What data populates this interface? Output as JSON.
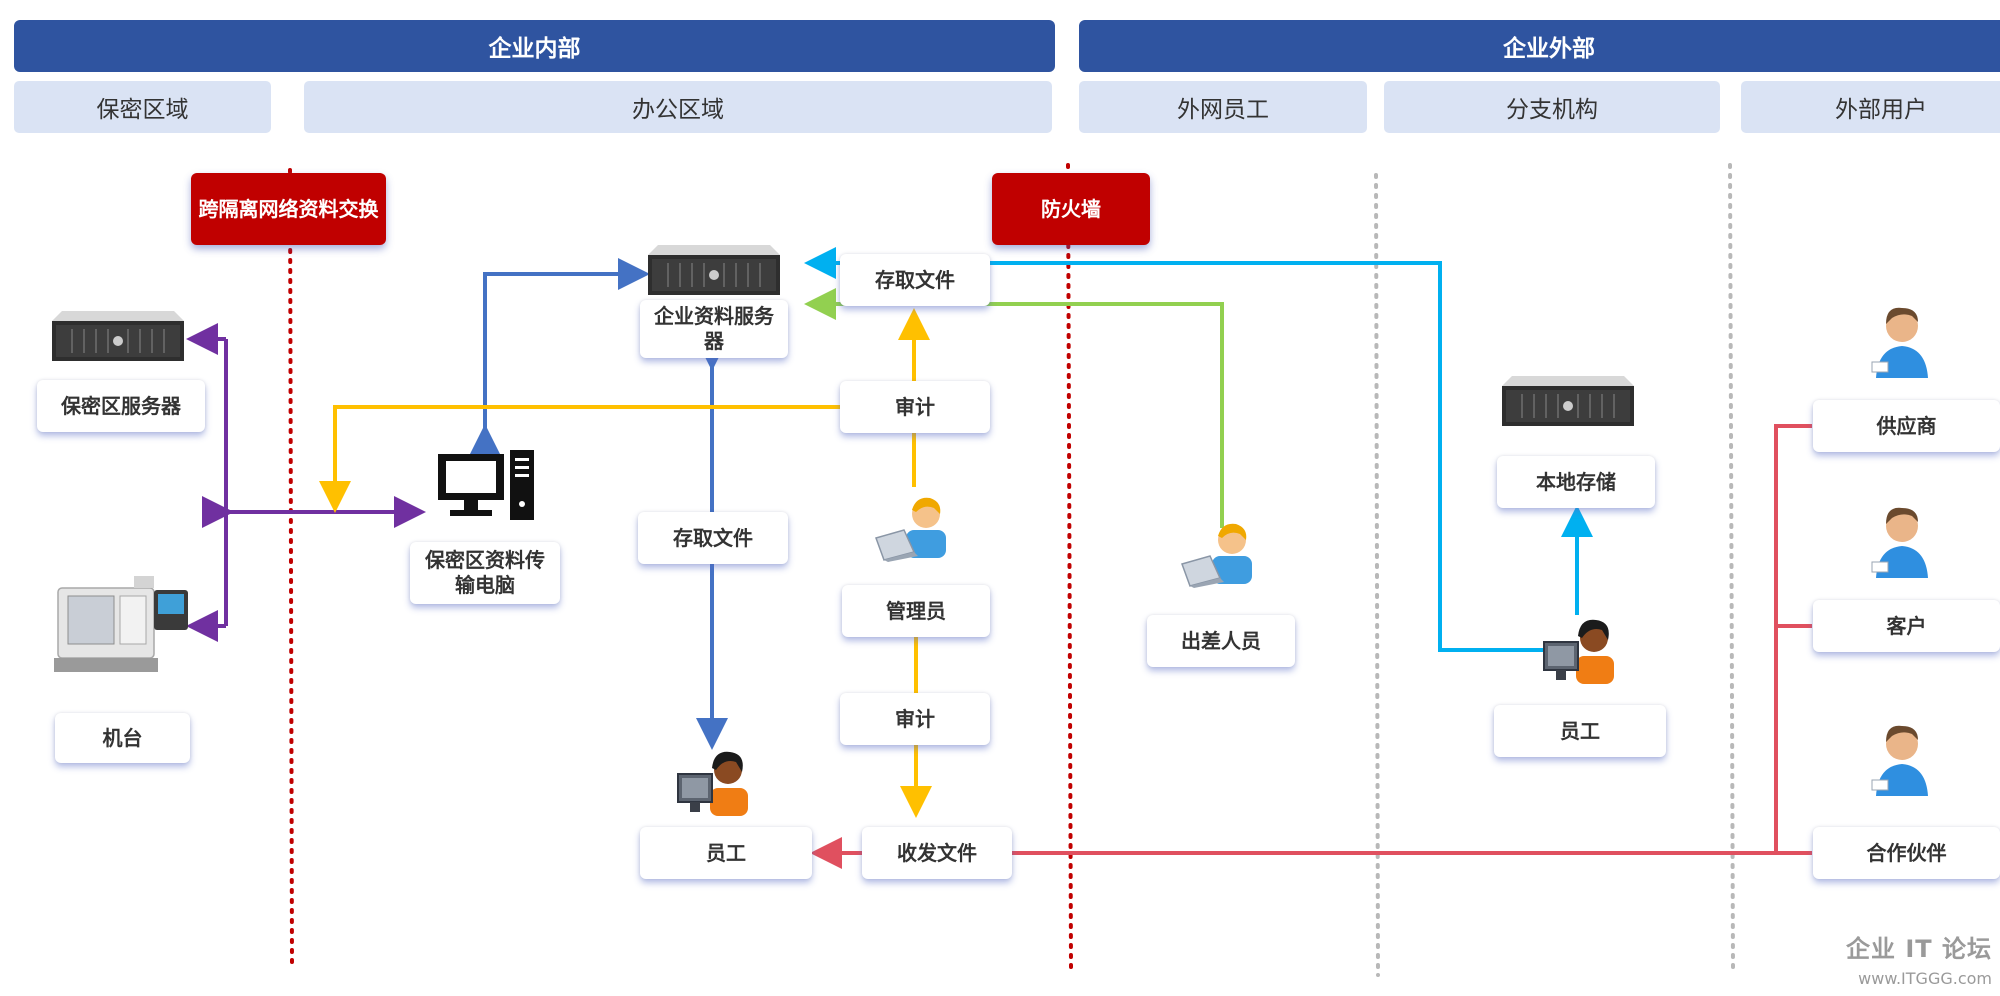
{
  "headers": {
    "internal": "企业内部",
    "external": "企业外部"
  },
  "zones": {
    "secure_zone": "保密区域",
    "office_zone": "办公区域",
    "remote_staff": "外网员工",
    "branch": "分支机构",
    "external_users": "外部用户"
  },
  "markers": {
    "cross_isolation": "跨隔离网络资料交换",
    "firewall": "防火墙"
  },
  "nodes": {
    "secure_server": "保密区服务器",
    "machine": "机台",
    "transfer_pc": "保密区资料传输电脑",
    "enterprise_server": "企业资料服务器",
    "access_files_top": "存取文件",
    "audit_top": "审计",
    "access_files_mid": "存取文件",
    "admin": "管理员",
    "audit_bottom": "审计",
    "send_receive": "收发文件",
    "employee_office": "员工",
    "traveler": "出差人员",
    "local_storage": "本地存储",
    "employee_branch": "员工",
    "supplier": "供应商",
    "customer": "客户",
    "partner": "合作伙伴"
  },
  "watermark": {
    "name": "企业 IT 论坛",
    "url": "www.ITGGG.com"
  },
  "colors": {
    "header_blue": "#2f54a0",
    "zone_fill": "#dae3f4",
    "marker_red": "#c00000",
    "line_purple": "#7030a0",
    "line_blue": "#4472c4",
    "line_yellow": "#ffc000",
    "line_cyan": "#00b0f0",
    "line_green": "#92d050",
    "line_red": "#e0505f"
  }
}
